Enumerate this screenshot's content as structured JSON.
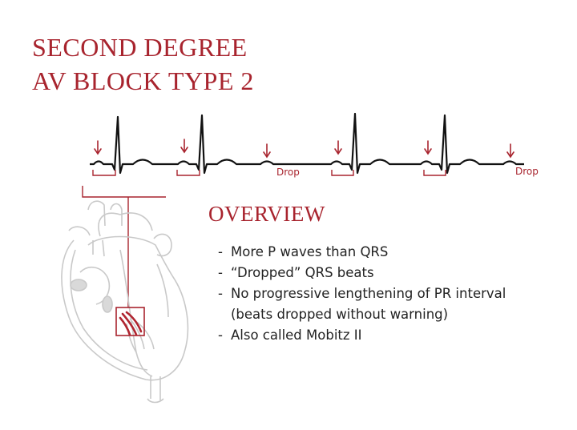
{
  "title": {
    "line1": "SECOND DEGREE",
    "line2": "AV BLOCK TYPE 2"
  },
  "ecg": {
    "drop_labels": [
      "Drop",
      "Drop"
    ]
  },
  "overview": {
    "heading": "OVERVIEW",
    "bullets": [
      {
        "text": "More P waves than QRS"
      },
      {
        "text": "“Dropped” QRS beats"
      },
      {
        "text": "No progressive lengthening of PR interval",
        "sub": "(beats dropped without warning)"
      },
      {
        "text": "Also called Mobitz II"
      }
    ]
  },
  "colors": {
    "accent": "#a8242e",
    "trace": "#111111",
    "heart": "#c9c9c9"
  }
}
